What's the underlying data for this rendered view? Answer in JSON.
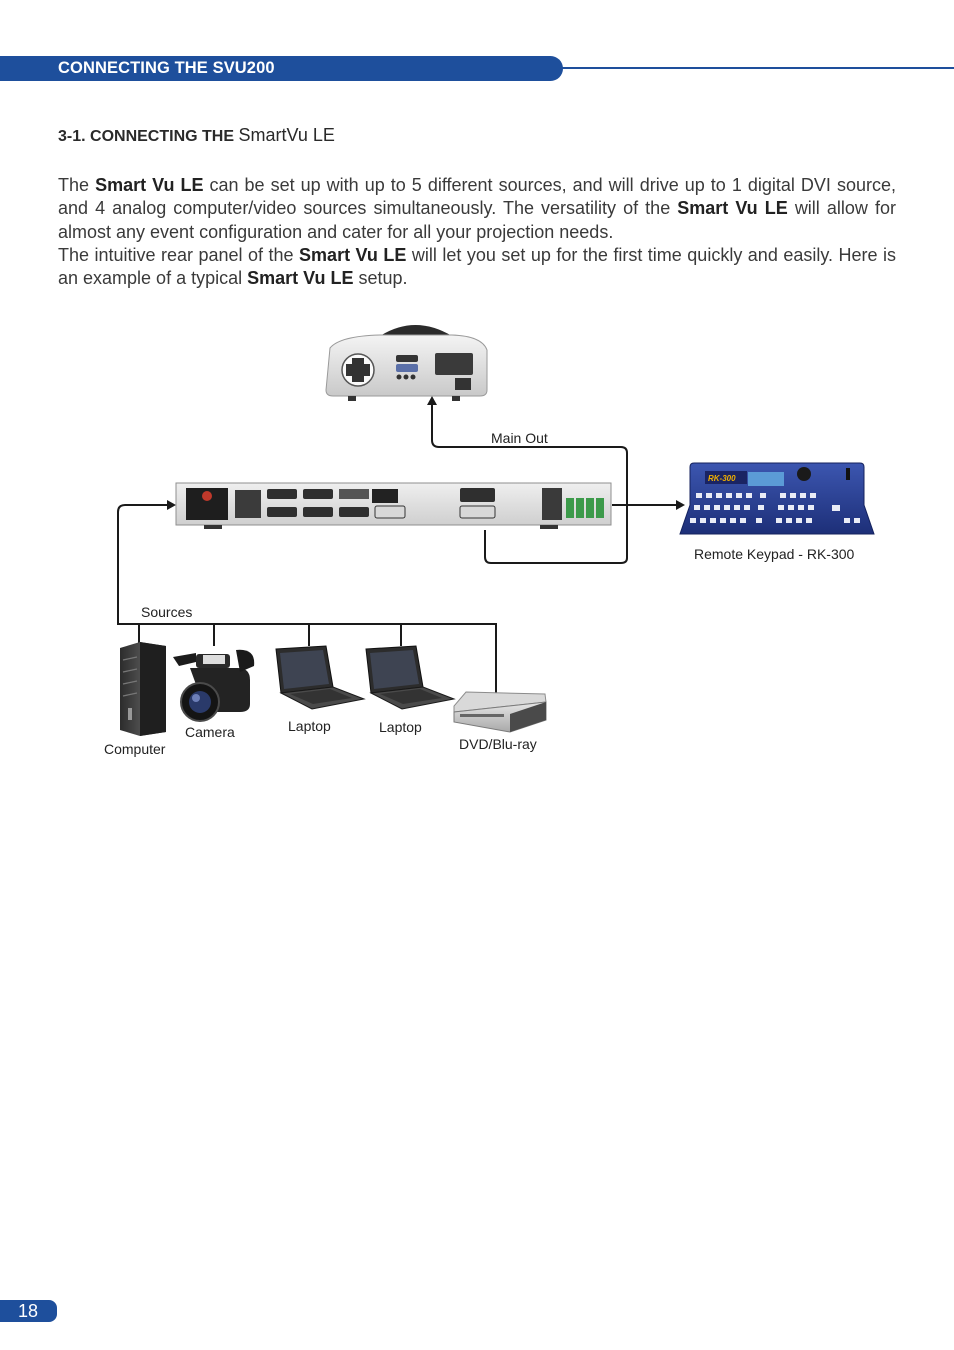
{
  "header": {
    "banner_title": "CONNECTING THE SVU200"
  },
  "section": {
    "heading_prefix": "3-1. CONNECTING THE",
    "heading_product": "SmartVu LE"
  },
  "paragraph1": {
    "t1": "The",
    "b1": "Smart Vu LE",
    "t2": "can be set up with up to 5 different sources, and will drive up to 1 digital DVI source, and 4 analog computer/video sources simultaneously. The versatility of the",
    "b2": "Smart Vu LE",
    "t3": "will allow for almost any event configuration and cater for all your projection needs."
  },
  "paragraph2": {
    "t1": "The intuitive rear panel of the",
    "b1": "Smart Vu LE",
    "t2": "will let you set up for the first time quickly and easily. Here is an example of a typical",
    "b2": "Smart Vu LE",
    "t3": "setup."
  },
  "diagram": {
    "main_out_label": "Main Out",
    "keypad_label": "Remote Keypad - RK-300",
    "keypad_screen_text": "RK-300",
    "sources_label": "Sources",
    "computer_label": "Computer",
    "camera_label": "Camera",
    "laptop1_label": "Laptop",
    "laptop2_label": "Laptop",
    "dvd_label": "DVD/Blu-ray"
  },
  "footer": {
    "page_number": "18"
  },
  "colors": {
    "brand_blue": "#1e4f9c",
    "keypad_blue": "#2a3f8f"
  }
}
